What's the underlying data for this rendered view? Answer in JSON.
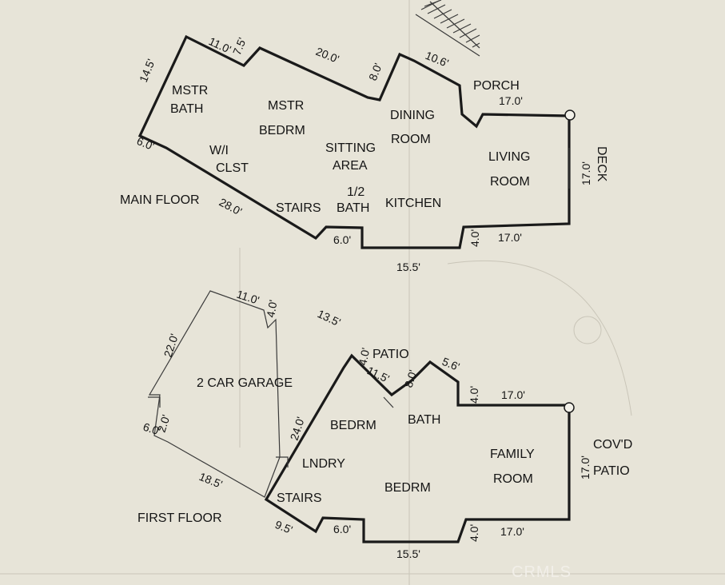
{
  "main_floor": {
    "title": "MAIN FLOOR",
    "rooms": {
      "mstr_bath_1": "MSTR",
      "mstr_bath_2": "BATH",
      "mstr_bedrm_1": "MSTR",
      "mstr_bedrm_2": "BEDRM",
      "wi_clst_1": "W/I",
      "wi_clst_2": "CLST",
      "sitting_1": "SITTING",
      "sitting_2": "AREA",
      "dining_1": "DINING",
      "dining_2": "ROOM",
      "living_1": "LIVING",
      "living_2": "ROOM",
      "porch": "PORCH",
      "deck": "DECK",
      "stairs": "STAIRS",
      "half_bath_1": "1/2",
      "half_bath_2": "BATH",
      "kitchen": "KITCHEN"
    },
    "dims": {
      "d145": "14.5'",
      "d110": "11.0'",
      "d75": "7.5'",
      "d200": "20.0'",
      "d80": "8.0'",
      "d106": "10.6'",
      "d170_top": "17.0'",
      "d60_left": "6.0'",
      "d280": "28.0'",
      "d170_right": "17.0'",
      "d60_bottom": "6.0'",
      "d40": "4.0'",
      "d170_bottom": "17.0'",
      "d155": "15.5'"
    }
  },
  "first_floor": {
    "title": "FIRST FLOOR",
    "rooms": {
      "garage": "2 CAR GARAGE",
      "patio": "PATIO",
      "bedrm_upper": "BEDRM",
      "bath": "BATH",
      "lndry": "LNDRY",
      "stairs": "STAIRS",
      "bedrm_lower": "BEDRM",
      "family_1": "FAMILY",
      "family_2": "ROOM",
      "covd_1": "COV'D",
      "covd_2": "PATIO"
    },
    "dims": {
      "d110": "11.0'",
      "d40_top": "4.0'",
      "d135": "13.5'",
      "d220": "22.0'",
      "d40_patio": "4.0'",
      "d115": "11.5'",
      "d80": "8.0'",
      "d56": "5.6'",
      "d40_right": "4.0'",
      "d170_top": "17.0'",
      "d240": "24.0'",
      "d60_left": "6.0'",
      "d20": "2.0'",
      "d185": "18.5'",
      "d95": "9.5'",
      "d60_bottom": "6.0'",
      "d40_bottom": "4.0'",
      "d170_bottom": "17.0'",
      "d170_right": "17.0'",
      "d155": "15.5'"
    }
  },
  "watermark": "CRMLS"
}
